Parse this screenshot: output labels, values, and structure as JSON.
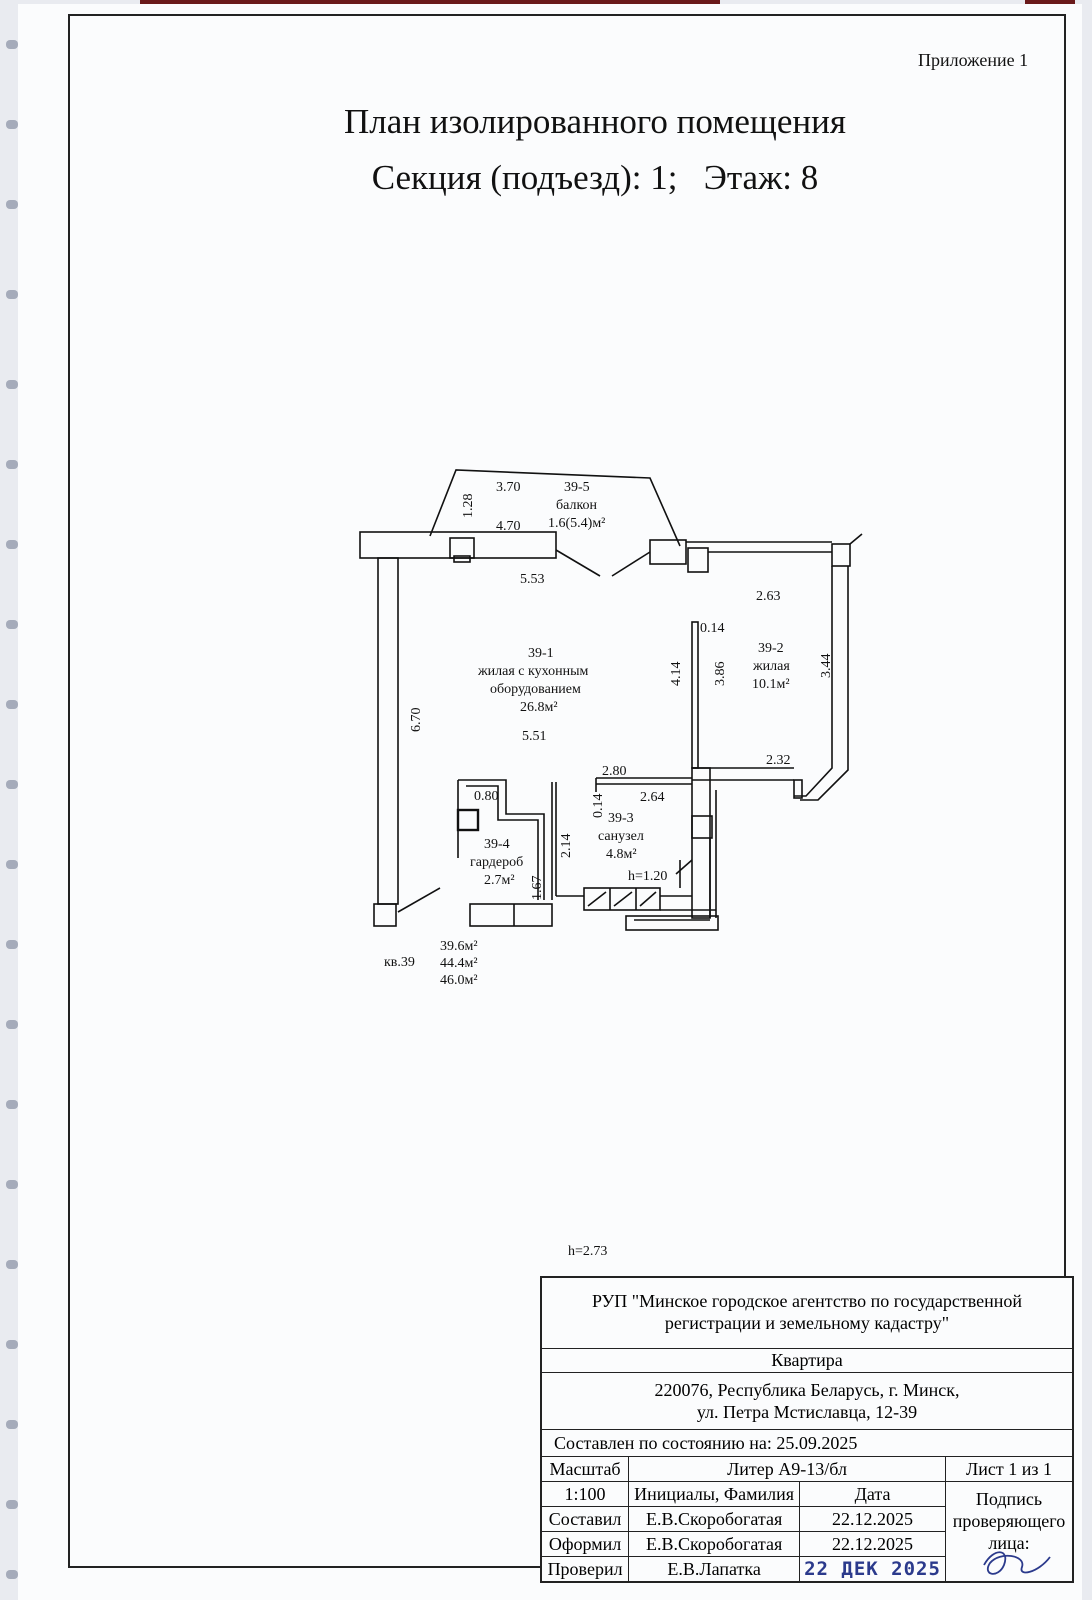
{
  "header": {
    "appendix": "Приложение 1",
    "title": "План изолированного помещения",
    "section_line": "Секция (подъезд): 1;   Этаж: 8"
  },
  "plan": {
    "rooms": [
      {
        "number": "39-1",
        "name_lines": [
          "жилая с кухонным",
          "оборудованием"
        ],
        "area": "26.8м²"
      },
      {
        "number": "39-2",
        "name_lines": [
          "жилая"
        ],
        "area": "10.1м²"
      },
      {
        "number": "39-3",
        "name_lines": [
          "санузел"
        ],
        "area": "4.8м²"
      },
      {
        "number": "39-4",
        "name_lines": [
          "гардероб"
        ],
        "area": "2.7м²"
      },
      {
        "number": "39-5",
        "name_lines": [
          "балкон"
        ],
        "area": "1.6(5.4)м²"
      }
    ],
    "dimensions": {
      "balcony_top": "3.70",
      "balcony_depth": "1.28",
      "balcony_bottom": "4.70",
      "room1_top": "5.53",
      "room1_bottom": "5.51",
      "room1_height": "6.70",
      "room2_top": "2.63",
      "partition": "0.14",
      "room2_left_outer": "4.14",
      "room2_left_inner": "3.86",
      "room2_right": "3.44",
      "room2_bottom": "2.32",
      "bath_top_outer": "2.80",
      "bath_top_inner": "2.64",
      "bath_partition": "0.14",
      "bath_side": "2.14",
      "wardrobe_top": "0.80",
      "wardrobe_side": "1.67",
      "bath_h": "h=1.20"
    },
    "apartment": {
      "label": "кв.39",
      "area_living": "39.6м²",
      "area_total": "44.4м²",
      "area_total_balcony": "46.0м²"
    },
    "ceiling_height": "h=2.73"
  },
  "stamp": {
    "org_line1": "РУП \"Минское городское агентство по государственной",
    "org_line2": "регистрации и земельному кадастру\"",
    "object": "Квартира",
    "address_line1": "220076, Республика Беларусь, г. Минск,",
    "address_line2": "ул. Петра Мстиславца, 12-39",
    "as_of": "Составлен по состоянию на: 25.09.2025",
    "scale_label": "Масштаб",
    "scale_value": "1:100",
    "liter": "Литер  А9-13/бл",
    "sheet": "Лист  1   из  1",
    "initials_header": "Инициалы, Фамилия",
    "date_header": "Дата",
    "signature_header": "Подпись проверяющего лица:",
    "rows": [
      {
        "role": "Составил",
        "name": "Е.В.Скоробогатая",
        "date": "22.12.2025"
      },
      {
        "role": "Оформил",
        "name": "Е.В.Скоробогатая",
        "date": "22.12.2025"
      },
      {
        "role": "Проверил",
        "name": "Е.В.Лапатка",
        "date": "22 ДЕК 2025"
      }
    ]
  }
}
